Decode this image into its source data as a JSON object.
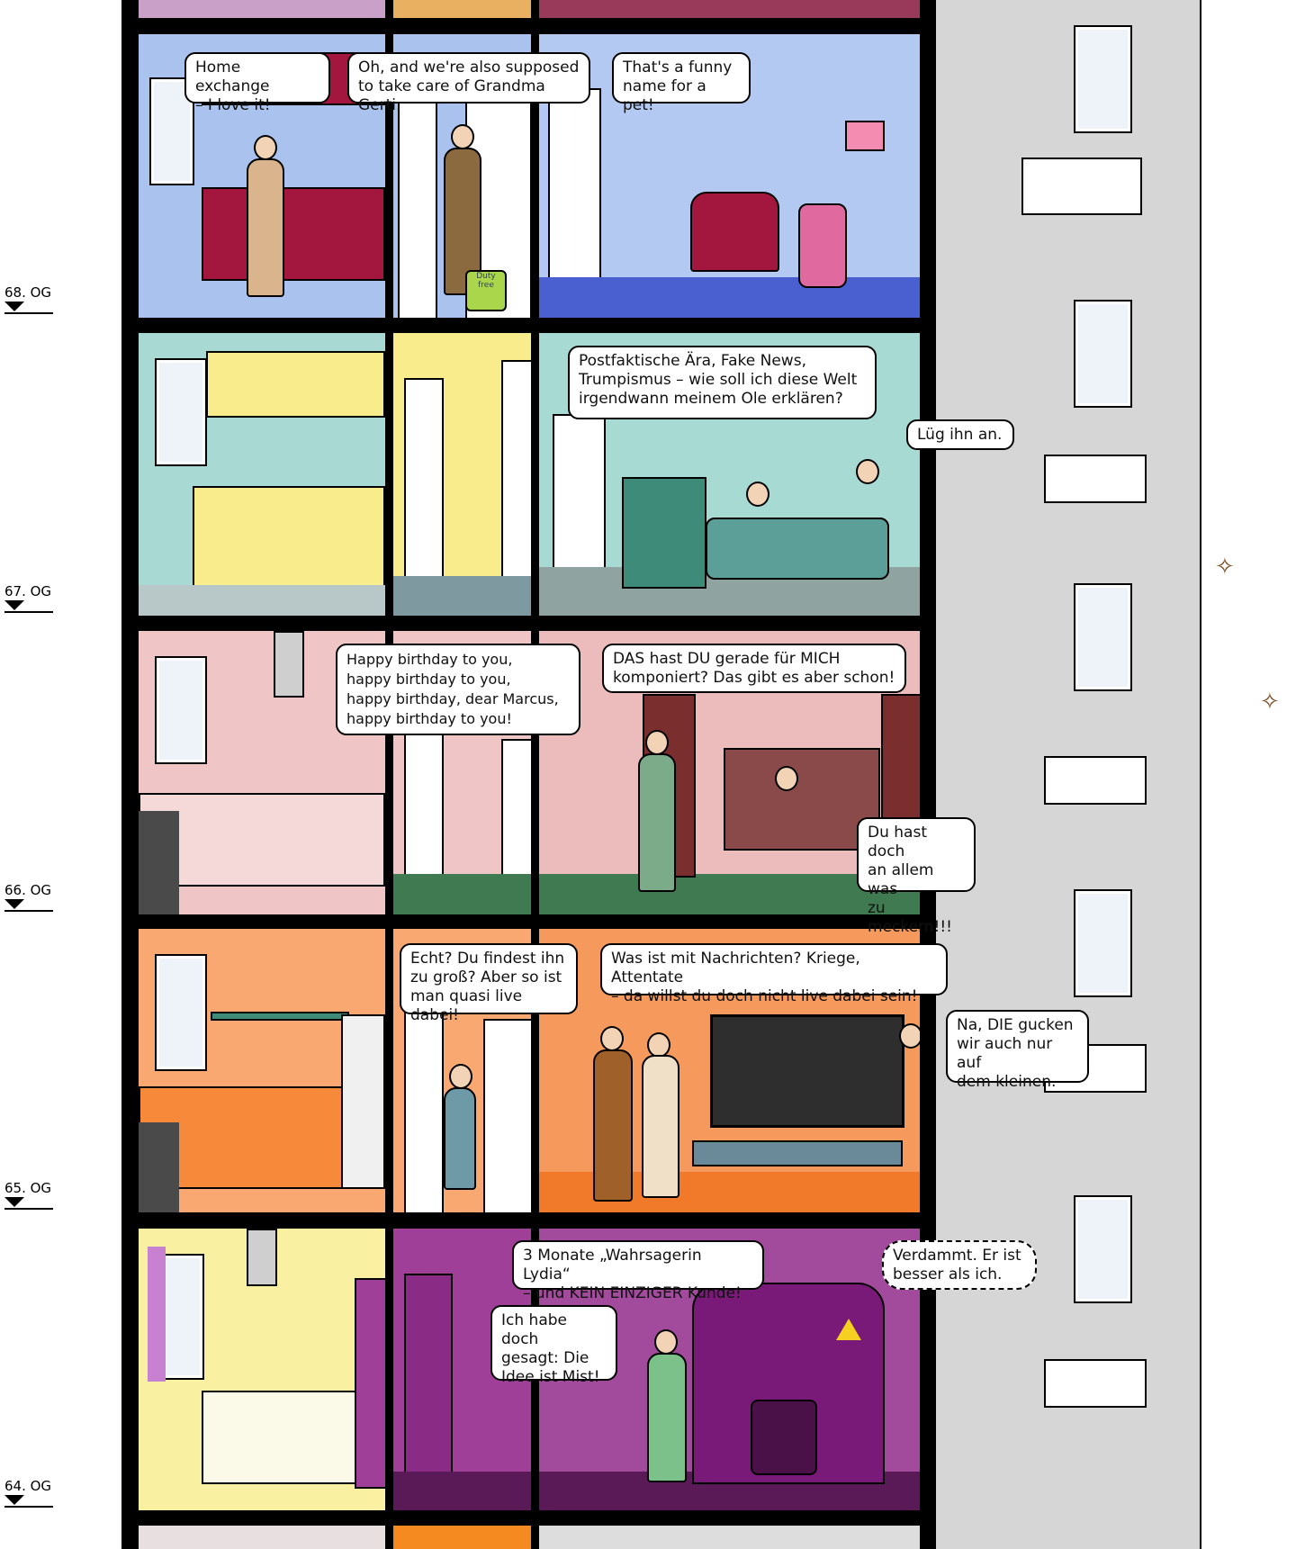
{
  "floors": [
    {
      "label": "68. OG"
    },
    {
      "label": "67. OG"
    },
    {
      "label": "66. OG"
    },
    {
      "label": "65. OG"
    },
    {
      "label": "64. OG"
    }
  ],
  "scenes": {
    "floor68": {
      "bubbles": [
        "Home exchange\n– I love it!",
        "Oh, and we're also supposed\nto take care of Grandma Gerti.",
        "That's a funny\nname for a pet!"
      ],
      "bag_label": "Duty free"
    },
    "floor67": {
      "bubbles": [
        "Postfaktische Ära, Fake News,\nTrumpismus – wie soll ich diese Welt\nirgendwann meinem Ole erklären?",
        "Lüg ihn an."
      ]
    },
    "floor66": {
      "bubbles": [
        "Happy birthday to you,\nhappy birthday to you,\nhappy birthday, dear Marcus,\nhappy birthday to you!",
        "DAS hast DU gerade für MICH\nkomponiert? Das gibt es aber schon!",
        "Du hast doch\nan allem was\nzu meckern!!!"
      ]
    },
    "floor65": {
      "bubbles": [
        "Echt? Du findest ihn\nzu groß? Aber so ist\nman quasi live dabei!",
        "Was ist mit Nachrichten? Kriege, Attentate\n– da willst du doch nicht live dabei sein!",
        "Na, DIE gucken\nwir auch nur auf\ndem kleinen."
      ]
    },
    "floor64": {
      "bubbles": [
        "3 Monate „Wahrsagerin Lydia“\n– und KEIN EINZIGER Kunde!",
        "Ich habe doch\ngesagt: Die\nIdee ist Mist!",
        "Verdammt. Er ist\nbesser als ich."
      ]
    }
  },
  "colors": {
    "floor68": {
      "kitchen": "#a9c3ee",
      "hall": "#a9c3ee",
      "living": "#b3c9f2"
    },
    "floor67": {
      "kitchen": "#a8d9d2",
      "hall": "#f8ec8c",
      "living": "#a6dad3"
    },
    "floor66": {
      "kitchen": "#efc5c5",
      "hall": "#efc5c5",
      "living": "#ecbcbc"
    },
    "floor65": {
      "kitchen": "#f8a870",
      "hall": "#f8a870",
      "living": "#f59a5c"
    },
    "floor64": {
      "kitchen": "#f9f0a2",
      "hall": "#9f3f98",
      "living": "#a24a9c"
    },
    "facade": "#d6d6d6"
  }
}
